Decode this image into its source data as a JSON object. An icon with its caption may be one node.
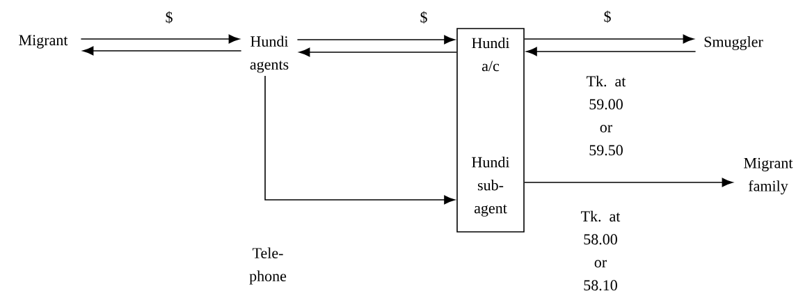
{
  "diagram": {
    "nodes": [
      {
        "text": [
          "Migrant"
        ]
      },
      {
        "text": [
          "Hundi agents"
        ]
      },
      {
        "text": [
          "Hundi a/c",
          "Hundi sub-agent"
        ]
      },
      {
        "text": [
          "Smuggler"
        ]
      },
      {
        "text": [
          "Migrant family"
        ]
      }
    ],
    "edges": [
      {
        "from": 0,
        "to": 1,
        "arrow": "to",
        "label": "$"
      },
      {
        "from": 1,
        "to": 0,
        "arrow": "to"
      },
      {
        "from": 1,
        "to": 2,
        "arrow": "to",
        "label": "$"
      },
      {
        "from": 2,
        "to": 1,
        "arrow": "to"
      },
      {
        "from": 2,
        "to": 3,
        "arrow": "to",
        "label": "$"
      },
      {
        "from": 3,
        "to": 2,
        "arrow": "to",
        "label": "Tk. at 59.00 or 59.50"
      },
      {
        "from": 1,
        "to": 2,
        "arrow": "to",
        "label": "Tele- phone"
      },
      {
        "from": 2,
        "to": 4,
        "arrow": "to",
        "label": "Tk. at 58.00 or 58.10"
      }
    ]
  }
}
